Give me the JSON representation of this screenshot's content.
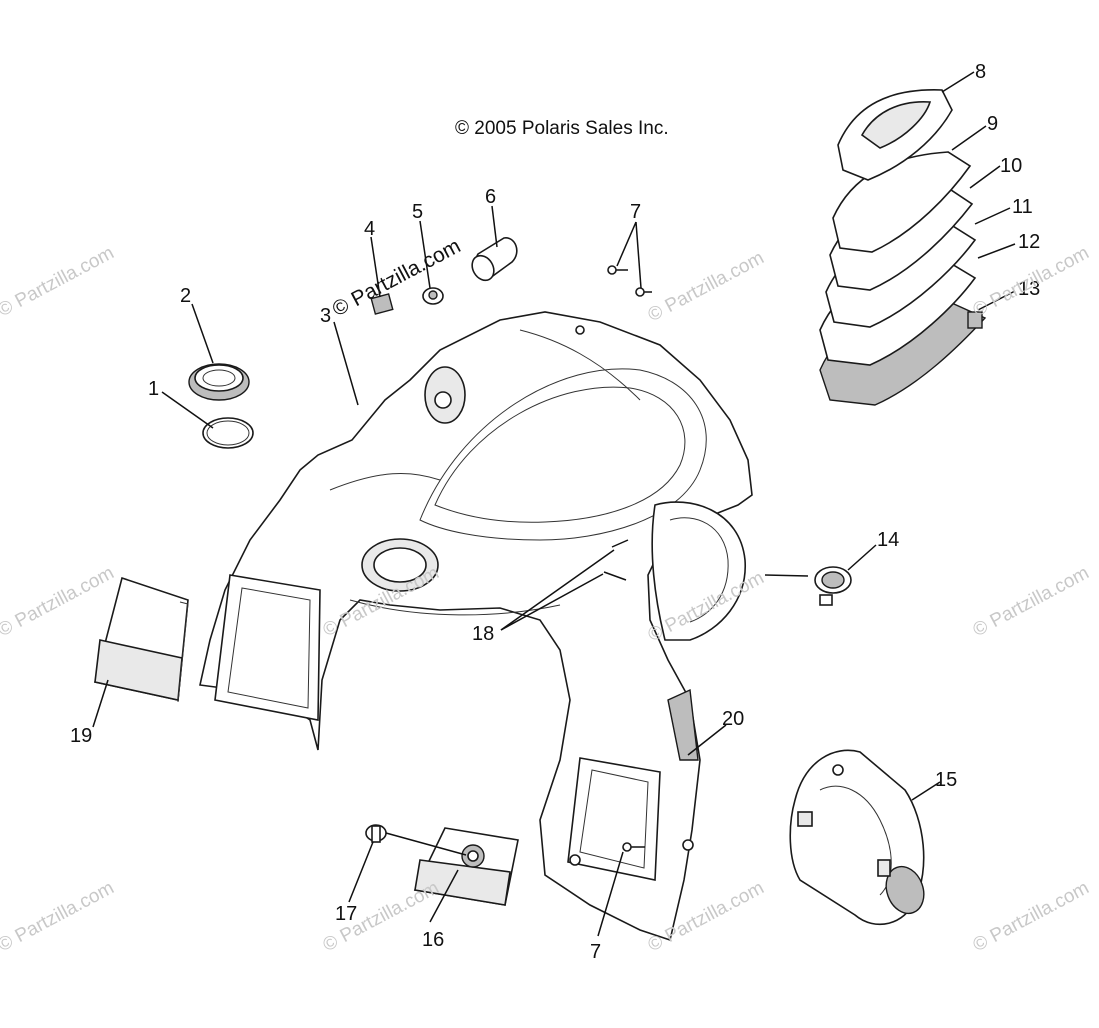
{
  "copyright": "© 2005 Polaris Sales Inc.",
  "watermarks": [
    "© Partzilla.com",
    "© Partzilla.com",
    "© Partzilla.com",
    "© Partzilla.com",
    "© Partzilla.com",
    "© Partzilla.com",
    "© Partzilla.com",
    "© Partzilla.com",
    "© Partzilla.com",
    "© Partzilla.com",
    "© Partzilla.com"
  ],
  "center_watermark": "© Partzilla.com",
  "callouts": [
    {
      "id": "c1",
      "label": "1"
    },
    {
      "id": "c2",
      "label": "2"
    },
    {
      "id": "c3",
      "label": "3"
    },
    {
      "id": "c4",
      "label": "4"
    },
    {
      "id": "c5",
      "label": "5"
    },
    {
      "id": "c6",
      "label": "6"
    },
    {
      "id": "c7a",
      "label": "7"
    },
    {
      "id": "c8",
      "label": "8"
    },
    {
      "id": "c9",
      "label": "9"
    },
    {
      "id": "c10",
      "label": "10"
    },
    {
      "id": "c11",
      "label": "11"
    },
    {
      "id": "c12",
      "label": "12"
    },
    {
      "id": "c13",
      "label": "13"
    },
    {
      "id": "c14",
      "label": "14"
    },
    {
      "id": "c15",
      "label": "15"
    },
    {
      "id": "c16",
      "label": "16"
    },
    {
      "id": "c17",
      "label": "17"
    },
    {
      "id": "c18",
      "label": "18"
    },
    {
      "id": "c19",
      "label": "19"
    },
    {
      "id": "c20",
      "label": "20"
    },
    {
      "id": "c7b",
      "label": "7"
    }
  ]
}
